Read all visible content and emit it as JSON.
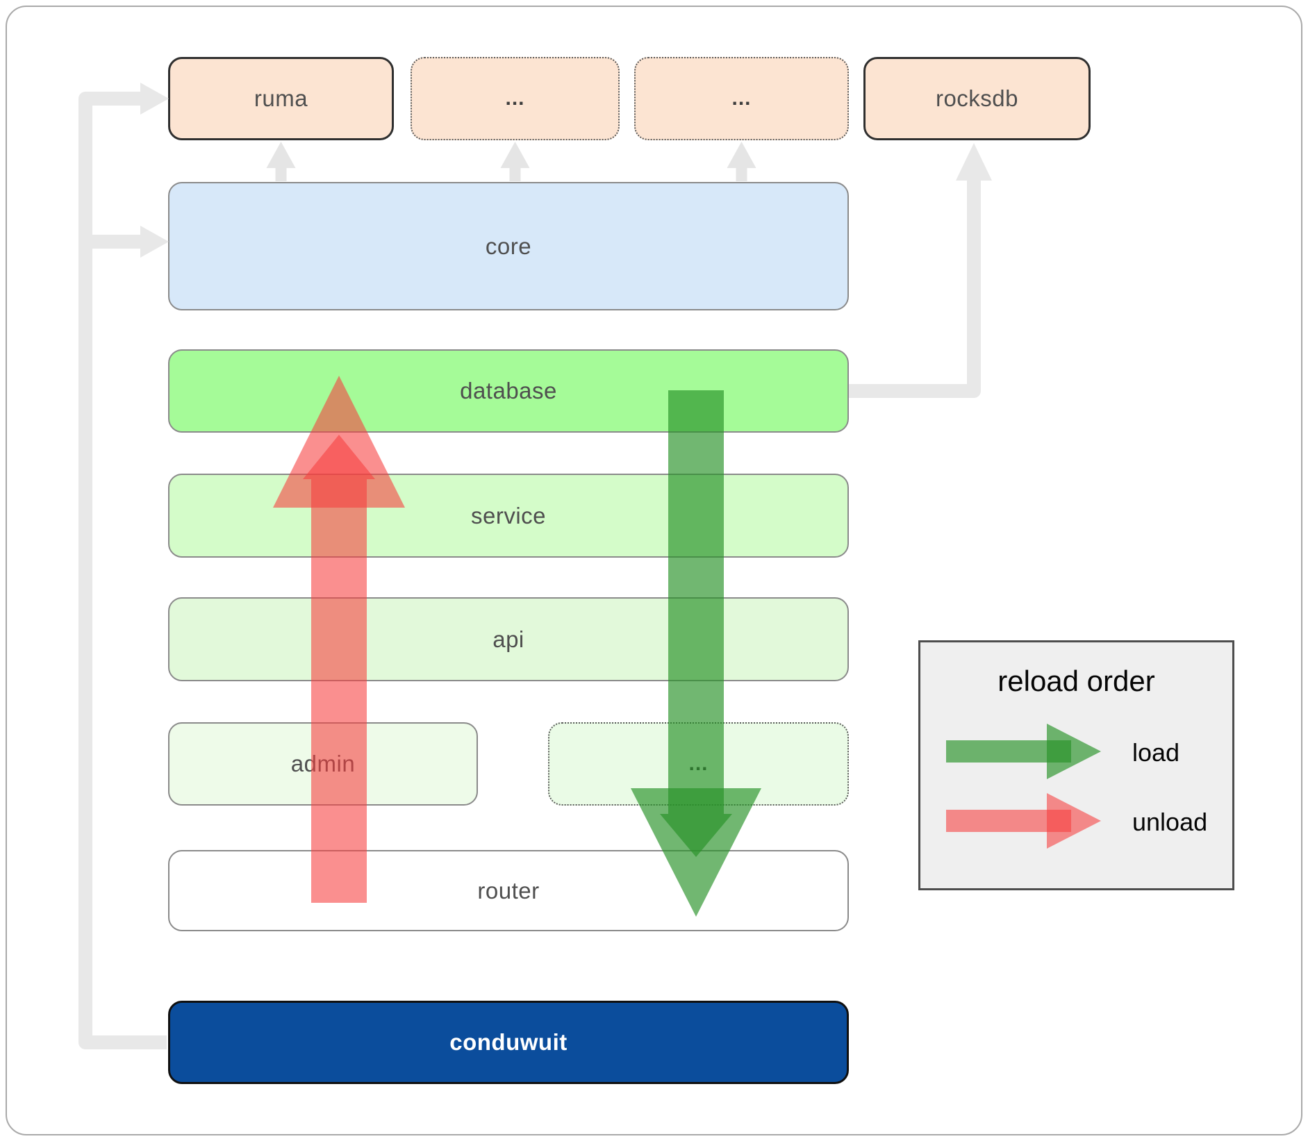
{
  "boxes": {
    "ruma": {
      "label": "ruma"
    },
    "more_top_1": {
      "label": "..."
    },
    "more_top_2": {
      "label": "..."
    },
    "rocksdb": {
      "label": "rocksdb"
    },
    "core": {
      "label": "core"
    },
    "database": {
      "label": "database"
    },
    "service": {
      "label": "service"
    },
    "api": {
      "label": "api"
    },
    "admin": {
      "label": "admin"
    },
    "more_bottom": {
      "label": "..."
    },
    "router": {
      "label": "router"
    },
    "conduwuit": {
      "label": "conduwuit"
    }
  },
  "legend": {
    "title": "reload order",
    "items": [
      {
        "label": "load",
        "icon": "load-arrow-icon",
        "color": "#289128"
      },
      {
        "label": "unload",
        "icon": "unload-arrow-icon",
        "color": "#f63e3e"
      }
    ]
  },
  "colors": {
    "module_peach": "#fce4d2",
    "core_blue": "#d7e8f9",
    "database_green": "#a5fb98",
    "service_green": "#d4fcc9",
    "api_green": "#e2f9da",
    "admin_green": "#eefbe9",
    "conduwuit_blue": "#0b4d9c",
    "load_green": "rgba(40,145,40,0.66)",
    "unload_red": "rgba(246,62,62,0.58)",
    "connector_gray": "#e8e8e8"
  }
}
